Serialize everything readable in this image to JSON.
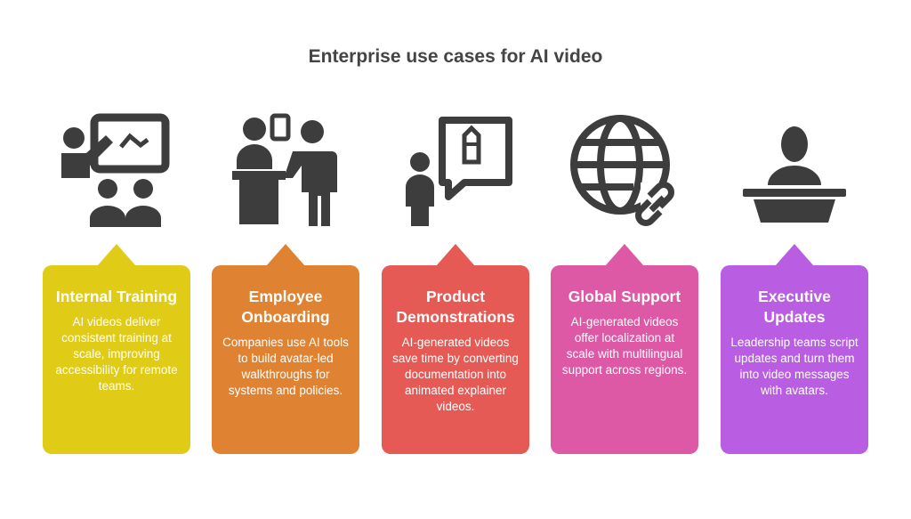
{
  "title": "Enterprise use cases for AI video",
  "cards": [
    {
      "title": "Internal Training",
      "description": "AI videos deliver consistent training at scale, improving accessibility for remote teams.",
      "color": "#e0cb17",
      "icon": "presentation-audience-icon"
    },
    {
      "title": "Employee Onboarding",
      "description": "Companies use AI tools to build avatar-led walkthroughs for systems and policies.",
      "color": "#df8232",
      "icon": "reception-desk-icon"
    },
    {
      "title": "Product Demonstrations",
      "description": "AI-generated videos save time by converting documentation into animated explainer videos.",
      "color": "#e55a55",
      "icon": "person-speech-document-icon"
    },
    {
      "title": "Global Support",
      "description": "AI-generated videos offer localization at scale with multilingual support across regions.",
      "color": "#dd58a5",
      "icon": "globe-link-icon"
    },
    {
      "title": "Executive Updates",
      "description": "Leadership teams script updates and turn them into video messages with avatars.",
      "color": "#b95ee2",
      "icon": "speaker-podium-icon"
    }
  ]
}
